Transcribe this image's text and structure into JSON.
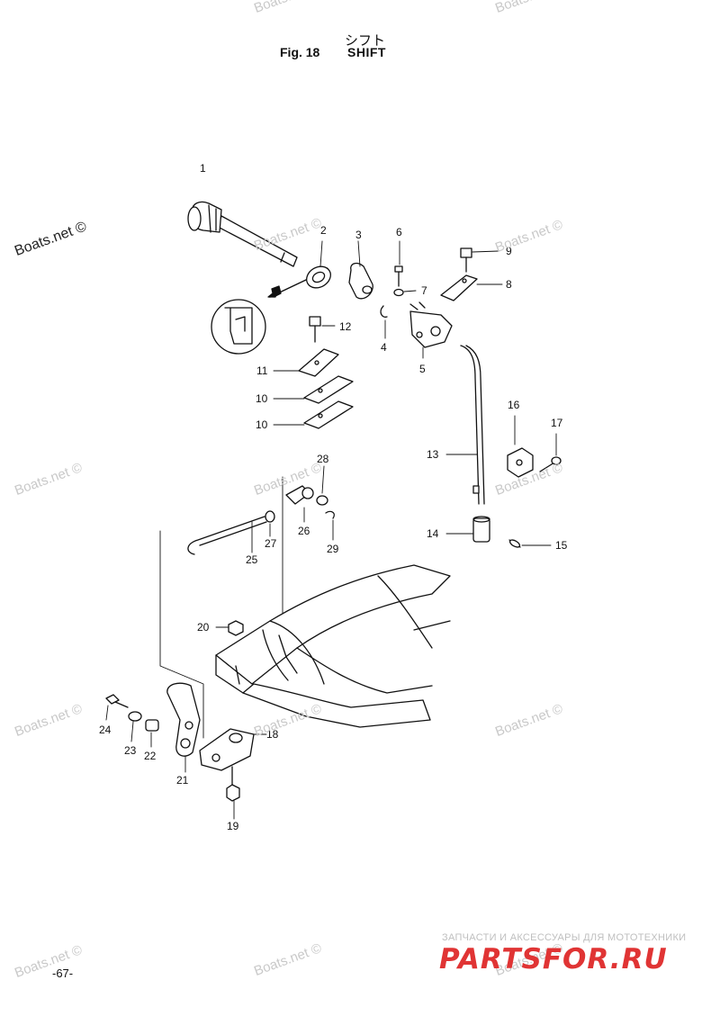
{
  "header": {
    "japanese_title": "シフト",
    "fig_label": "Fig. 18",
    "section_title": "SHIFT"
  },
  "watermarks": [
    {
      "text": "Boats.net ©"
    },
    {
      "text": "Boats.net ©"
    },
    {
      "text": "Boats.net ©"
    },
    {
      "text": "Boats.net ©"
    },
    {
      "text": "Boats.net ©"
    },
    {
      "text": "Boats.net ©"
    },
    {
      "text": "Boats.net ©"
    },
    {
      "text": "Boats.net ©"
    },
    {
      "text": "Boats.net ©"
    },
    {
      "text": "Boats.net ©"
    },
    {
      "text": "Boats.net ©"
    },
    {
      "text": "Boats.net ©"
    },
    {
      "text": "Boats.net ©"
    },
    {
      "text": "Boats.net ©"
    }
  ],
  "callouts": [
    "1",
    "2",
    "3",
    "6",
    "9",
    "7",
    "8",
    "12",
    "4",
    "5",
    "11",
    "10",
    "10",
    "16",
    "17",
    "13",
    "28",
    "14",
    "15",
    "26",
    "27",
    "29",
    "25",
    "20",
    "18",
    "24",
    "23",
    "22",
    "21",
    "19"
  ],
  "footer": {
    "page_number": "-67-",
    "shop_tagline": "ЗАПЧАСТИ И АКСЕССУАРЫ ДЛЯ МОТОТЕХНИКИ",
    "shop_logo": "PARTSFOR.RU",
    "shop_color": "#e03434"
  }
}
